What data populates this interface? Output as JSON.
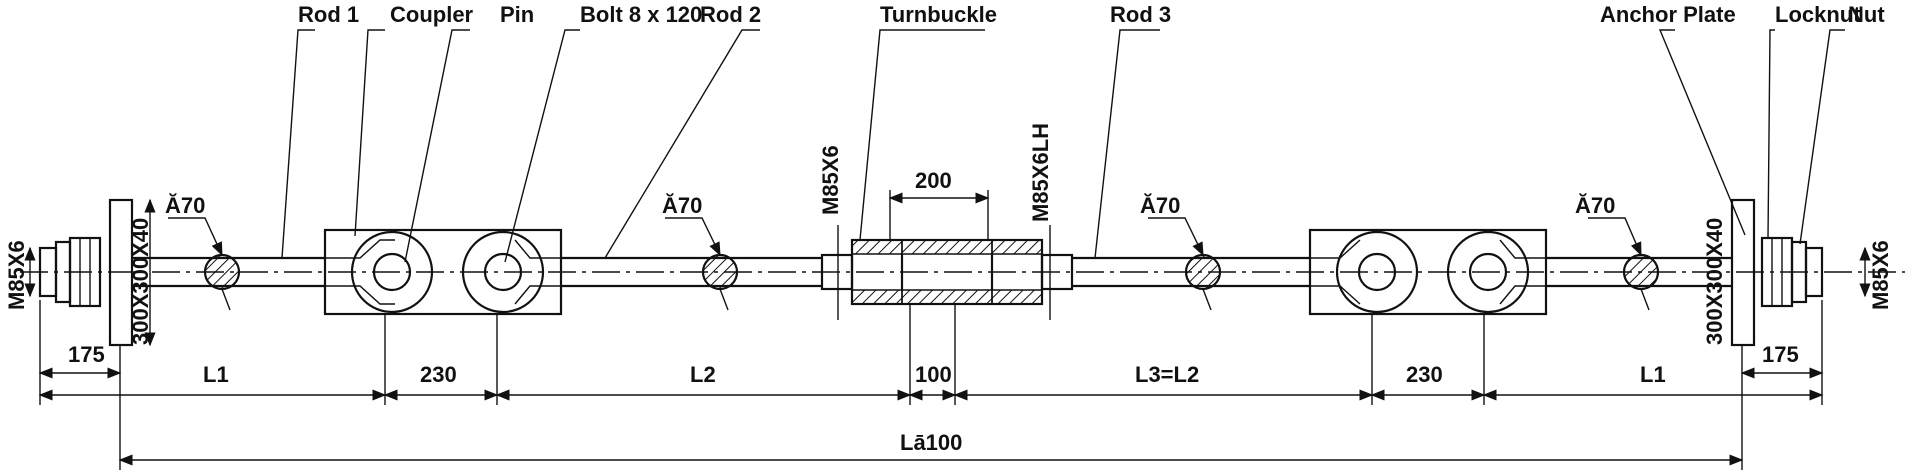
{
  "labels": {
    "rod1": "Rod 1",
    "coupler": "Coupler",
    "pin": "Pin",
    "bolt": "Bolt 8 x 120",
    "rod2": "Rod 2",
    "turnbuckle": "Turnbuckle",
    "rod3": "Rod 3",
    "anchor_plate": "Anchor Plate",
    "locknut": "Locknut",
    "nut": "Nut"
  },
  "dimensions": {
    "dia1": "Ă70",
    "dia2": "Ă70",
    "dia3": "Ă70",
    "dia4": "Ă70",
    "m85x6_left": "M85X6",
    "m85x6_right": "M85X6",
    "m85x6_tb": "M85X6",
    "m85x6lh": "M85X6LH",
    "plate_left": "300X300X40",
    "plate_right": "300X300X40",
    "tb_200": "200",
    "d175_left": "175",
    "d175_right": "175",
    "L1_left": "L1",
    "L1_right": "L1",
    "d230_left": "230",
    "d230_right": "230",
    "L2": "L2",
    "d100": "100",
    "L3": "L3=L2",
    "total": "Lā100"
  },
  "colors": {
    "line": "#111111",
    "background": "#ffffff"
  }
}
